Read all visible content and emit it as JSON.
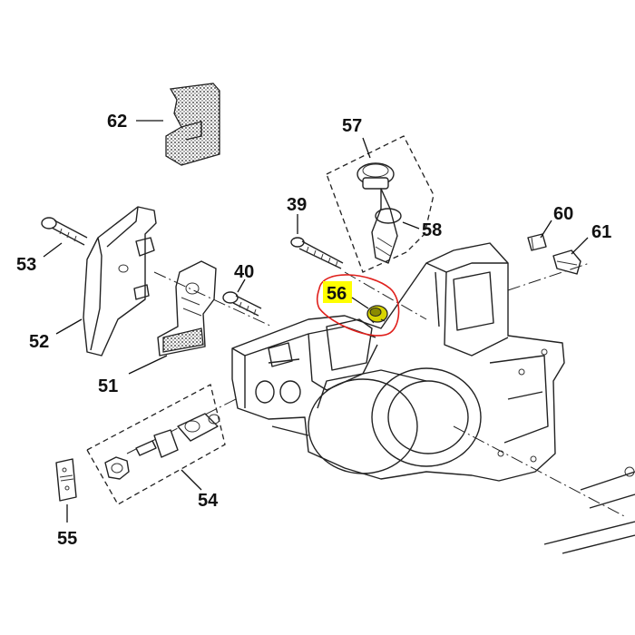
{
  "parts": {
    "p62": "62",
    "p57": "57",
    "p58": "58",
    "p39": "39",
    "p60": "60",
    "p61": "61",
    "p53": "53",
    "p40": "40",
    "p56": "56",
    "p52": "52",
    "p51": "51",
    "p54": "54",
    "p55": "55"
  },
  "highlight": {
    "part": "56",
    "marker_color": "#ffff00",
    "ring_color": "#e0201c"
  }
}
